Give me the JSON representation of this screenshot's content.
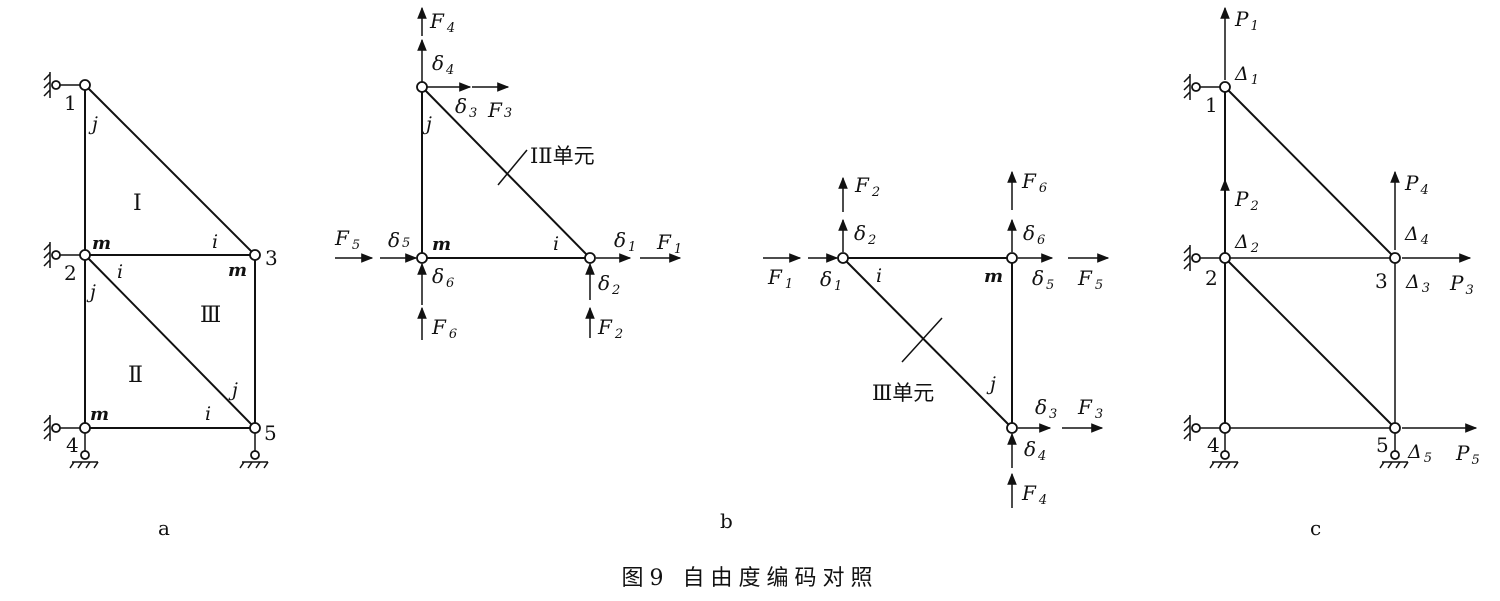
{
  "caption": "图9 自由度编码对照",
  "panel_labels": {
    "a": "a",
    "b": "b",
    "c": "c"
  },
  "panel_a": {
    "nodes": [
      "1",
      "2",
      "3",
      "4",
      "5"
    ],
    "elements": [
      "Ⅰ",
      "Ⅱ",
      "Ⅲ"
    ],
    "local": {
      "i": "i",
      "j": "j",
      "m": "m"
    }
  },
  "panel_b1": {
    "element_label": "ⅠⅡ单元",
    "forces": {
      "F1": "F",
      "F1s": "1",
      "F2": "F",
      "F2s": "2",
      "F3": "F",
      "F3s": "3",
      "F4": "F",
      "F4s": "4",
      "F5": "F",
      "F5s": "5",
      "F6": "F",
      "F6s": "6"
    },
    "disps": {
      "d1s": "1",
      "d2s": "2",
      "d3s": "3",
      "d4s": "4",
      "d5s": "5",
      "d6s": "6"
    },
    "delta": "δ"
  },
  "panel_b2": {
    "element_label": "Ⅲ单元",
    "forces": {
      "F1s": "1",
      "F2s": "2",
      "F3s": "3",
      "F4s": "4",
      "F5s": "5",
      "F6s": "6"
    },
    "F": "F",
    "delta": "δ"
  },
  "panel_c": {
    "nodes": [
      "1",
      "2",
      "3",
      "4",
      "5"
    ],
    "P": "P",
    "D": "Δ",
    "subs": [
      "1",
      "2",
      "3",
      "4",
      "5"
    ]
  }
}
